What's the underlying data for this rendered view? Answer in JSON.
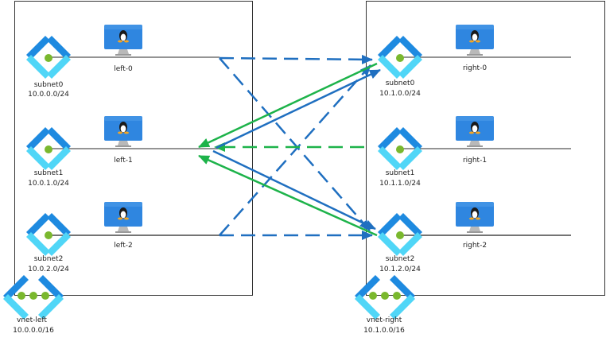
{
  "colors": {
    "peering_blue": "#1f6fc0",
    "return_green": "#1db34a",
    "vm_screen": "#2f86e0",
    "subnet_dark": "#1e8ae0",
    "subnet_light": "#50d6f7",
    "dot_green": "#7ab82e",
    "frame": "#333333",
    "link_line": "#444444"
  },
  "vnets": [
    {
      "id": "left",
      "name": "vnet-left",
      "cidr": "10.0.0.0/16",
      "icon": "vnet-icon",
      "subnets": [
        {
          "name": "subnet0",
          "cidr": "10.0.0.0/24",
          "icon": "subnet-icon",
          "vm": {
            "name": "left-0",
            "icon": "linux-vm-icon"
          }
        },
        {
          "name": "subnet1",
          "cidr": "10.0.1.0/24",
          "icon": "subnet-icon",
          "vm": {
            "name": "left-1",
            "icon": "linux-vm-icon"
          }
        },
        {
          "name": "subnet2",
          "cidr": "10.0.2.0/24",
          "icon": "subnet-icon",
          "vm": {
            "name": "left-2",
            "icon": "linux-vm-icon"
          }
        }
      ]
    },
    {
      "id": "right",
      "name": "vnet-right",
      "cidr": "10.1.0.0/16",
      "icon": "vnet-icon",
      "subnets": [
        {
          "name": "subnet0",
          "cidr": "10.1.0.0/24",
          "icon": "subnet-icon",
          "vm": {
            "name": "right-0",
            "icon": "linux-vm-icon"
          }
        },
        {
          "name": "subnet1",
          "cidr": "10.1.1.0/24",
          "icon": "subnet-icon",
          "vm": {
            "name": "right-1",
            "icon": "linux-vm-icon"
          }
        },
        {
          "name": "subnet2",
          "cidr": "10.1.2.0/24",
          "icon": "subnet-icon",
          "vm": {
            "name": "right-2",
            "icon": "linux-vm-icon"
          }
        }
      ]
    }
  ],
  "connections": [
    {
      "from": "left-0",
      "to": "right/subnet0",
      "style": "dashed",
      "color": "blue"
    },
    {
      "from": "left-0",
      "to": "right/subnet2",
      "style": "dashed",
      "color": "blue"
    },
    {
      "from": "left-2",
      "to": "right/subnet0",
      "style": "dashed",
      "color": "blue"
    },
    {
      "from": "left-2",
      "to": "right/subnet2",
      "style": "dashed",
      "color": "blue"
    },
    {
      "from": "right/subnet1",
      "to": "left-1",
      "style": "dashed",
      "color": "green"
    },
    {
      "from": "left-1",
      "to": "right/subnet0",
      "style": "solid",
      "color": "blue"
    },
    {
      "from": "left-1",
      "to": "right/subnet2",
      "style": "solid",
      "color": "blue"
    },
    {
      "from": "right/subnet0",
      "to": "left-1",
      "style": "solid",
      "color": "green"
    },
    {
      "from": "right/subnet2",
      "to": "left-1",
      "style": "solid",
      "color": "green"
    }
  ]
}
